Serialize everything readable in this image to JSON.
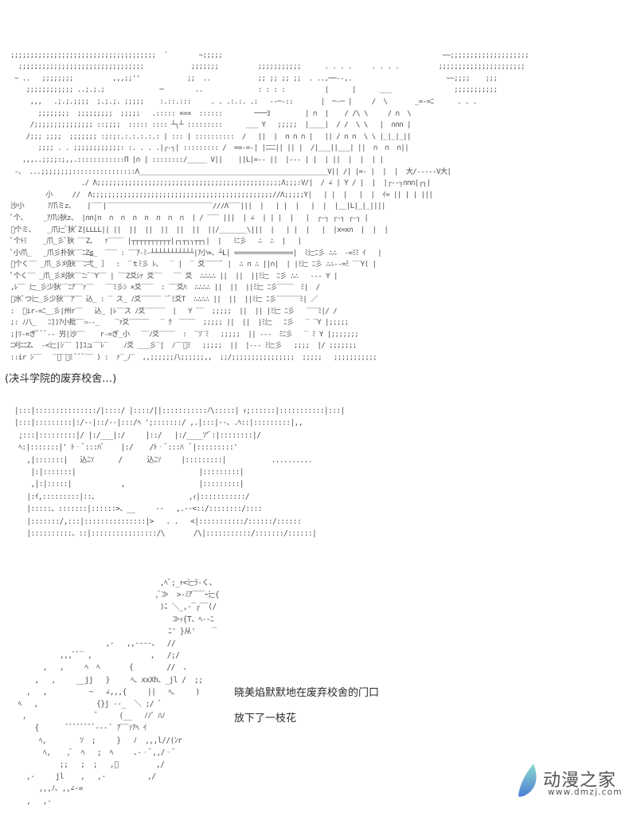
{
  "page": {
    "background": "#ffffff",
    "ink_color": "#4a4a4a"
  },
  "panels": [
    {
      "id": "panel-abandoned-dorm",
      "art_description": "ASCII art of an old European-style school building with towers, arched windows, trees, and a fenced gate",
      "ascii": "                                                                                                              \n ;;;;;;;;;;;;;;;;;;;;;;;;;;;;;;;;;;;;;  ´        ~;;;;;                                                        ~~;;;;;;;;;;;;;;;;;;;;  \n   ;;;;;;;;;;;;;;;;;;;;;;;;;;;;;;;;            ;;;;;;;          ;;;;;;;;;;;      . . . .     . . . .          ;;;;;;;;;;;;;;;;;;;;;;  \n  ~ ..   ;;;;;;;;          ,,,;;''            ;;  ..            ;; ;; ;; ;;  . ..,──‐‐,.                        ~~;;;;    ;;;  \n     ;;;;;;;;;;;; ..;.;.;              ─        ..              : : : :          |      |      ___                ;;;;;;;;;;;  \n      ,,,   .;.;.;;;;  ;.;.;. ;;;;;    :.::.:::     . . .:.:. .:   -‐─‐::       |  ─‐─ |     /  \\       _=‐=ﾆ      . . .    \n        ;;;;;;;;  ;;;;;;;;;  ;;;;;   .::::: ×=×  ::::::        ｰｰｰｰﾖ         | ∩  |    / /\\ \\     / ∩  \\              \n      /;;;;;;;;;;;;;;; ::;;;;  ::::: :::: ┴┐┴ :::::::::      ___ Y   ;;;;;  |____|  / /  \\ \\   |  ∩∩∩ |             \n     /;;; ;;;;  ;;;;;;; :;:;:.:.:.:.:.: | ::: | ::::::::::  /   ||  |  ∩ ∩ ∩ |   || / ∩ ∩  \\ \\ |_|_|_||             \n        ;;;; . . ;;;;;;;;;;;;: :. . . .|┌‐┐| ::::::::: /  ==‐=‐| |ﾆﾆﾆ|| || |  /|___||___| ||  ∩  ∩  ∩||            \n    ,,,..;;;;:;,,.::::::::::::Π |∩ | ::::::::/_____ V||    ||L|=‐‐ ||  |‐‐‐ | |  | ||  |  |  | |            \n  ‐、 ...;;;;;;;;::::::::::::::::Λ________________________________________________V|| /| |=‐ |  |  |  大/‐‐‐‐‐V大|    \n                   ./ Λ;;;;;;;;;;;;;;;;;;;;;;;;;;;;;;;;;;;;;;;;;;;;;;;Λ;;;:V/|  / ∠ | Y / |  |  |┌‐‐┐∩∩∩|┌┐|    \n          小     //  Λ;;;;;;;;;;;;;;;;;;;;;;;;;;;;;;;;;;;;;;;;;;;;;;//Λ;;;;;Y|   | |  |   |  |  ｲ= || | | |||     \n 沙小      ｱ爪ミz、   |‾‾‾|‾‾‾‾‾‾‾‾‾‾‾‾‾‾‾‾‾‾‾‾‾‾‾‾‾‾‾///Λ‾‾‾|||  |   | |  |   |  |  |__|L|_|_||||     \n ﾟ个、    _ｱ爪ｼ狄z、 |∩∩|∩  ∩  ∩  ∩  ∩  ∩  ∩  ∩  | / ‾‾‾ |||  | ∠  | | |  |   |  ┌‐┐ ┌‐┐ ┌‐┐ |     \n ﾟ个ミ、   _爪辷ﾞ狄ﾞZ|LLLL|| ||  ||  ||  ||  ||  ||  ||/_______\\|||  |   | |  |   |  |x=x∩  |  |  |     \n ﾟ个ﾄﾐ    _爪_彡ﾞ狄 ‾‾Z、  ｧ‾‾‾‾ |┬┬┬┬┬┬┬┬┬┬|┌┐┬┐┐┬┬┐|  |   ﾐﾆ彡   ∴  ∴  |   |      \n ﾟ小爪_   _爪彡扑狄‾‾ﾆZ≦_  ‾‾‾ : ‾‾ｱ‐ﾐ‐┴┴┴┴┴┴┴┴┴┴┴|ｱ小×、┴L| ===============|  ﾐ辷ﾆ彡 ∴∴  ‐=ﾐﾐ ｲ   |   \n ﾟ个く‾‾ _爪_彡刈狄‾‾ﾆ弌_ ］  :  ‾ｔﾐ彡 ﾚ、  ‾ |  ‾ 爻‾‾‾‾ﾞ |  ∴ ∩ ∴ ||∩|  | |ﾐ辷 ﾆ彡 ∴∴‐‐=ﾐ ‾‾Y( |   \n ﾟ个く‾‾ _爪_彡刈狄‾‾ﾆ:ﾞ‾Y‾‾ | ‾‾Z爻ｼｧ 爻‾‾   ‾‾ 爻  ∴∴∴∴ ||  ||  ||ﾐ辷  ﾆ彡 ∴∴   ‐‐‐ Y |   \n ,ﾚ‾‾ 辷_彡少狄‾‾ﾆｱ‾‾ｧ‾‾   ‾‾ﾐ彡ｼ ×爻‾‾‾  : ‾‾爻ﾊ  ∴∴∴∴ ||  ||  ||ﾐ辷 ﾆ彡‾‾‾‾  ﾐ|  /  \n ﾟ水ﾞつ辷_彡少狄‾‾ｱ‾‾ 込_ : ‾ ス_ ﾉ爻‾‾‾‾‾ ‾ﾞﾐ爻T  ∴∴∴∴ ||  ||  ||ﾐ辷 ﾆ彡‾‾‾‾‾‾ﾐ| ／    \n :  ﾞir‐=ﾆ__彡|州r‾‾   込_ |ﾚ‾‾ス ﾉ爻‾‾‾‾‾  |   Y ‾‾  ;;;;;  ||  || |ﾐ辷 ﾆ彡   ‾‾‾ﾐ|/ /    \n ;: ﾉ八_   ﾆ])ｱ小批‾‾⇒‐‐_    ‾ｧ爻‾‾‾‾‾   ‾ ｸ  ‾‾‾‾  ;;;;; ||  ||  |ﾐ辷   ﾆ彡   ‾ ‾Y |;;;;;   \n ;|ﾘ‐=ぎﾞﾞﾞ‐‐ 屶|沙‾‾    r‐=ぎ_小   ‾‾ﾉ爻‾‾‾‾  :  ‾ｿ‾ﾐ   ;;;;;  || ‐‐‐  ﾐﾆ彡   ‾ ﾐ Y |;;;;;;;  \n ﾆ刈ﾆﾆZ、 ‐<辷|ｼ‾‾ ]]ｺュ‾‾ﾚ‾    ﾉ爻 ___彡‾|  ﾉ‾‾ﾞﾐ   ;;;;;  ||  |‐‐‐ ﾐ辷彡   ;;;;  |/ ;;;;;;;  \n ::ir ｼ‾‾   ‾ﾞ‾ﾞﾐ ﾞﾞﾞ‾‾ ) :  ｧ‾_ﾉ‾  ,,;;;;;;八;;;;;;,,  ;;/;;;;;;;;;;;;;;;;  ;;;;;   ;;;;;;;;;;; "
    },
    {
      "id": "panel-homura-face",
      "art_description": "Close-up ASCII art of Homura's face with long hair, eyes with lashes",
      "ascii": "|:::|:::::::::::::::/|::::/ |::::/||:::::::::::ﾉ\\:::::| ｨ;::::::|:::::::::::|:::|\n|:::|:::::::::|:/‐‐|::/‐‐|:::/ﾍ ';:::::::/ ,.|:::|‐‐、.ﾍ::|:::::::::|,,\n ;:::|:::::::::|/ |:/___|:/     |::/   |:/____ｿ'ﾞ:|::::::::|/\n ﾍ:|:::::::|' ﾄ‐ﾞ:::ﾊﾞ    |:/    /ﾄ‐ﾞ:::ﾊ  ﾞ|:::::::::'\n   ,|:::::::|   込ﾆｿ      /      込ﾆｿ     |:::::::::|           ..........\n    |:|:::::::|                              |:::::::::|\n    ,|:|:::::|            ,                  |:::::::::|\n   |:ｲ,:::::::::|::、                      ,ｨ|:::::::::::/\n   |:::::、:::::::|::::::>、__     ‐‐   ,.‐‐<::/::::::::/::::\n   |:::::::/,:::|:::::::::::::::|>   . .   <|:::::::::::/::::::/::::::\n   |::::::::::、::|::::::::::::::::/\\       /\\|:::::::::::/:::::::/::::::|"
    },
    {
      "id": "panel-flower",
      "art_description": "ASCII art of a hand laying a single flower on the ground",
      "ascii": "                                    ,ﾍﾞ;_ｬ<辷ﾗ‐く、\n                                   ,ﾞ≫  >‐ﾐｱ‾‾‾ｰ辷{\n                                    )ﾆ ＼_,‐‾┌‾‾(/\n                                       ≫ｨ{T、ﾍ‐‐ﾆ\n                                      ﾆ' }从'    ‾\n                       ,‐   ,,‐‐‐‐、  //\n            ,,,ﾞﾞ‾ ,              ,   /;/\n        ,   ,     ﾍ  ﾍ       {        //  ､\n      ,   ,     __jj   }     ﾍ、xxXh、_jl /  ;;\n    ,   ,          ~   ∠,,,{     ||   ﾍ、    )\n  ﾍ   ,              {}j ‐‐_  ＼ ;/ ﾞ\n   ,                 ﾞ     (__   ﾉﾉ゛ﾊﾉ\n      {       ﾞﾞﾞﾞﾞﾞﾞﾞ‐‐‐ ﾞ ｱ‾‾ｧｱﾍ ｲ\n       ﾍ,        ｿ  ;     }   ﾉ  ,,,l//(ﾝr\n        ﾍ,    ,ﾞ  ﾍ   ;  ﾍ     ､‐‐ﾞ,,/‐ﾞ\n            ;;   ;  ;   ,ﾞ         ,/\n    ,‐     jl    ,   ,‐          ,/\n       ,,,ﾉ、,,∠‐=\n    ,   ,‐"
    }
  ],
  "captions": {
    "scene_label": "(决斗学院的废弃校舍…)",
    "narration_line_1": "晓美焰默默地在废弃校舍的门口",
    "narration_line_2": "放下了一枝花"
  },
  "watermark": {
    "brand_name": "动漫之家",
    "url": "www.dmzj.com",
    "icon": "droplet-leaf-icon",
    "gradient_top": "#7fd8c8",
    "gradient_bottom": "#3a6fd0"
  }
}
